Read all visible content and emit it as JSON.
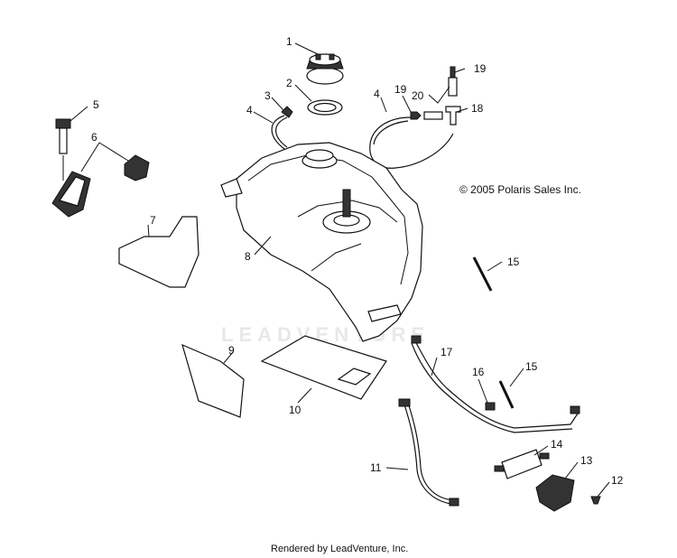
{
  "watermark": "LEADVENTURE",
  "copyright": "© 2005 Polaris Sales Inc.",
  "footer": "Rendered by LeadVenture, Inc.",
  "callouts": {
    "c1": "1",
    "c2": "2",
    "c3": "3",
    "c4a": "4",
    "c4b": "4",
    "c5": "5",
    "c6": "6",
    "c7": "7",
    "c8": "8",
    "c9": "9",
    "c10": "10",
    "c11": "11",
    "c12": "12",
    "c13": "13",
    "c14": "14",
    "c15a": "15",
    "c15b": "15",
    "c16": "16",
    "c17": "17",
    "c18": "18",
    "c19a": "19",
    "c19b": "19",
    "c20": "20"
  }
}
